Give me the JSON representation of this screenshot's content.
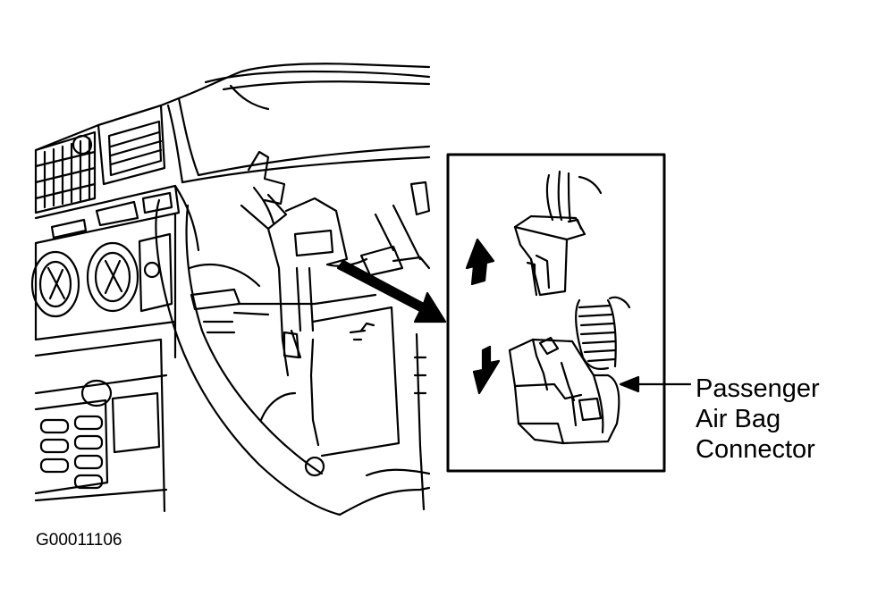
{
  "callout": {
    "line1": "Passenger",
    "line2": "Air Bag",
    "line3": "Connector"
  },
  "figure_id": "G00011106",
  "colors": {
    "ink": "#000000",
    "paper": "#ffffff"
  }
}
